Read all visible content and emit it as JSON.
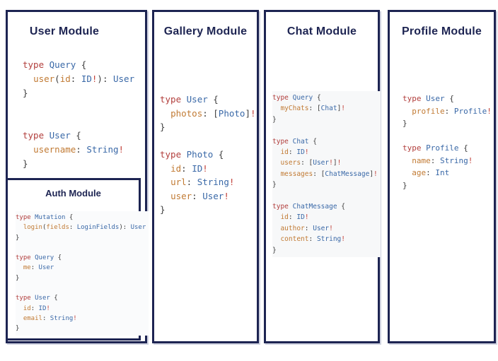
{
  "colors": {
    "border_navy": "#1d2452",
    "heading_navy": "#1d2452",
    "code_keyword_red": "#b23f3d",
    "code_type_blue": "#3968a7",
    "code_field_orange": "#c17a33",
    "code_punctuation": "#3d3d3d",
    "code_bang_red": "#c2423a"
  },
  "panels": {
    "user": {
      "title": "User Module",
      "code": [
        [
          [
            "k",
            "type"
          ],
          [
            "p",
            " "
          ],
          [
            "t",
            "Query"
          ],
          [
            "p",
            " {"
          ]
        ],
        [
          [
            "p",
            "  "
          ],
          [
            "f",
            "user"
          ],
          [
            "p",
            "("
          ],
          [
            "f",
            "id"
          ],
          [
            "p",
            ": "
          ],
          [
            "t",
            "ID"
          ],
          [
            "b",
            "!"
          ],
          [
            "p",
            "): "
          ],
          [
            "t",
            "User"
          ]
        ],
        [
          [
            "p",
            "}"
          ]
        ],
        [],
        [],
        [
          [
            "k",
            "type"
          ],
          [
            "p",
            " "
          ],
          [
            "t",
            "User"
          ],
          [
            "p",
            " {"
          ]
        ],
        [
          [
            "p",
            "  "
          ],
          [
            "f",
            "username"
          ],
          [
            "p",
            ": "
          ],
          [
            "t",
            "String"
          ],
          [
            "b",
            "!"
          ]
        ],
        [
          [
            "p",
            "}"
          ]
        ]
      ],
      "sub_panel": {
        "title": "Auth Module",
        "code": [
          [
            [
              "k",
              "type"
            ],
            [
              "p",
              " "
            ],
            [
              "t",
              "Mutation"
            ],
            [
              "p",
              " {"
            ]
          ],
          [
            [
              "p",
              "  "
            ],
            [
              "f",
              "login"
            ],
            [
              "p",
              "("
            ],
            [
              "f",
              "fields"
            ],
            [
              "p",
              ": "
            ],
            [
              "t",
              "LoginFields"
            ],
            [
              "p",
              "): "
            ],
            [
              "t",
              "User"
            ]
          ],
          [
            [
              "p",
              "}"
            ]
          ],
          [],
          [
            [
              "k",
              "type"
            ],
            [
              "p",
              " "
            ],
            [
              "t",
              "Query"
            ],
            [
              "p",
              " {"
            ]
          ],
          [
            [
              "p",
              "  "
            ],
            [
              "f",
              "me"
            ],
            [
              "p",
              ": "
            ],
            [
              "t",
              "User"
            ]
          ],
          [
            [
              "p",
              "}"
            ]
          ],
          [],
          [
            [
              "k",
              "type"
            ],
            [
              "p",
              " "
            ],
            [
              "t",
              "User"
            ],
            [
              "p",
              " {"
            ]
          ],
          [
            [
              "p",
              "  "
            ],
            [
              "f",
              "id"
            ],
            [
              "p",
              ": "
            ],
            [
              "t",
              "ID"
            ],
            [
              "b",
              "!"
            ]
          ],
          [
            [
              "p",
              "  "
            ],
            [
              "f",
              "email"
            ],
            [
              "p",
              ": "
            ],
            [
              "t",
              "String"
            ],
            [
              "b",
              "!"
            ]
          ],
          [
            [
              "p",
              "}"
            ]
          ]
        ]
      }
    },
    "gallery": {
      "title": "Gallery Module",
      "code": [
        [
          [
            "k",
            "type"
          ],
          [
            "p",
            " "
          ],
          [
            "t",
            "User"
          ],
          [
            "p",
            " {"
          ]
        ],
        [
          [
            "p",
            "  "
          ],
          [
            "f",
            "photos"
          ],
          [
            "p",
            ": ["
          ],
          [
            "t",
            "Photo"
          ],
          [
            "p",
            "]"
          ],
          [
            "b",
            "!"
          ]
        ],
        [
          [
            "p",
            "}"
          ]
        ],
        [],
        [
          [
            "k",
            "type"
          ],
          [
            "p",
            " "
          ],
          [
            "t",
            "Photo"
          ],
          [
            "p",
            " {"
          ]
        ],
        [
          [
            "p",
            "  "
          ],
          [
            "f",
            "id"
          ],
          [
            "p",
            ": "
          ],
          [
            "t",
            "ID"
          ],
          [
            "b",
            "!"
          ]
        ],
        [
          [
            "p",
            "  "
          ],
          [
            "f",
            "url"
          ],
          [
            "p",
            ": "
          ],
          [
            "t",
            "String"
          ],
          [
            "b",
            "!"
          ]
        ],
        [
          [
            "p",
            "  "
          ],
          [
            "f",
            "user"
          ],
          [
            "p",
            ": "
          ],
          [
            "t",
            "User"
          ],
          [
            "b",
            "!"
          ]
        ],
        [
          [
            "p",
            "}"
          ]
        ]
      ]
    },
    "chat": {
      "title": "Chat Module",
      "code": [
        [
          [
            "k",
            "type"
          ],
          [
            "p",
            " "
          ],
          [
            "t",
            "Query"
          ],
          [
            "p",
            " {"
          ]
        ],
        [
          [
            "p",
            "  "
          ],
          [
            "f",
            "myChats"
          ],
          [
            "p",
            ": ["
          ],
          [
            "t",
            "Chat"
          ],
          [
            "p",
            "]"
          ],
          [
            "b",
            "!"
          ]
        ],
        [
          [
            "p",
            "}"
          ]
        ],
        [],
        [
          [
            "k",
            "type"
          ],
          [
            "p",
            " "
          ],
          [
            "t",
            "Chat"
          ],
          [
            "p",
            " {"
          ]
        ],
        [
          [
            "p",
            "  "
          ],
          [
            "f",
            "id"
          ],
          [
            "p",
            ": "
          ],
          [
            "t",
            "ID"
          ],
          [
            "b",
            "!"
          ]
        ],
        [
          [
            "p",
            "  "
          ],
          [
            "f",
            "users"
          ],
          [
            "p",
            ": ["
          ],
          [
            "t",
            "User"
          ],
          [
            "b",
            "!"
          ],
          [
            "p",
            "]"
          ],
          [
            "b",
            "!"
          ]
        ],
        [
          [
            "p",
            "  "
          ],
          [
            "f",
            "messages"
          ],
          [
            "p",
            ": ["
          ],
          [
            "t",
            "ChatMessage"
          ],
          [
            "p",
            "]"
          ],
          [
            "b",
            "!"
          ]
        ],
        [
          [
            "p",
            "}"
          ]
        ],
        [],
        [
          [
            "k",
            "type"
          ],
          [
            "p",
            " "
          ],
          [
            "t",
            "ChatMessage"
          ],
          [
            "p",
            " {"
          ]
        ],
        [
          [
            "p",
            "  "
          ],
          [
            "f",
            "id"
          ],
          [
            "p",
            ": "
          ],
          [
            "t",
            "ID"
          ],
          [
            "b",
            "!"
          ]
        ],
        [
          [
            "p",
            "  "
          ],
          [
            "f",
            "author"
          ],
          [
            "p",
            ": "
          ],
          [
            "t",
            "User"
          ],
          [
            "b",
            "!"
          ]
        ],
        [
          [
            "p",
            "  "
          ],
          [
            "f",
            "content"
          ],
          [
            "p",
            ": "
          ],
          [
            "t",
            "String"
          ],
          [
            "b",
            "!"
          ]
        ],
        [
          [
            "p",
            "}"
          ]
        ]
      ]
    },
    "profile": {
      "title": "Profile Module",
      "code": [
        [
          [
            "k",
            "type"
          ],
          [
            "p",
            " "
          ],
          [
            "t",
            "User"
          ],
          [
            "p",
            " {"
          ]
        ],
        [
          [
            "p",
            "  "
          ],
          [
            "f",
            "profile"
          ],
          [
            "p",
            ": "
          ],
          [
            "t",
            "Profile"
          ],
          [
            "b",
            "!"
          ]
        ],
        [
          [
            "p",
            "}"
          ]
        ],
        [],
        [
          [
            "k",
            "type"
          ],
          [
            "p",
            " "
          ],
          [
            "t",
            "Profile"
          ],
          [
            "p",
            " {"
          ]
        ],
        [
          [
            "p",
            "  "
          ],
          [
            "f",
            "name"
          ],
          [
            "p",
            ": "
          ],
          [
            "t",
            "String"
          ],
          [
            "b",
            "!"
          ]
        ],
        [
          [
            "p",
            "  "
          ],
          [
            "f",
            "age"
          ],
          [
            "p",
            ": "
          ],
          [
            "t",
            "Int"
          ]
        ],
        [
          [
            "p",
            "}"
          ]
        ]
      ]
    }
  }
}
